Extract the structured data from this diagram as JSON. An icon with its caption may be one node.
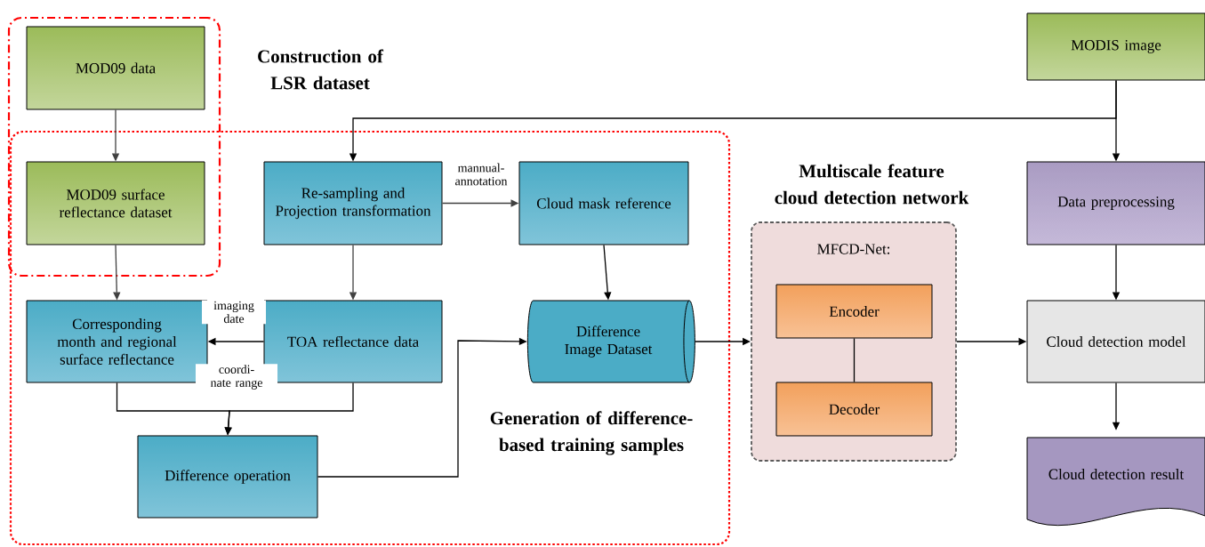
{
  "diagram": {
    "nodes": [
      {
        "text": [
          "Construction of LSR dataset"
        ]
      },
      {
        "text": [
          "MOD09 data"
        ],
        "in": 0
      },
      {
        "text": [
          "MOD09 surface reflectance dataset"
        ]
      },
      {
        "text": [
          "Generation of difference-based training samples"
        ]
      },
      {
        "text": [
          "Re-sampling and Projection transformation"
        ],
        "in": 3
      },
      {
        "text": [
          "Cloud mask reference"
        ],
        "in": 3
      },
      {
        "text": [
          "Corresponding month and regional surface reflectance"
        ],
        "in": 3
      },
      {
        "text": [
          "TOA reflectance data"
        ],
        "in": 3
      },
      {
        "text": [
          "Difference Image Dataset"
        ],
        "in": 3
      },
      {
        "text": [
          "Difference operation"
        ],
        "in": 3
      },
      {
        "text": [
          "Multiscale feature cloud detection network",
          "MFCD-Net:"
        ]
      },
      {
        "text": [
          "Encoder"
        ],
        "in": 10
      },
      {
        "text": [
          "Decoder"
        ],
        "in": 10
      },
      {
        "text": [
          "MODIS image"
        ]
      },
      {
        "text": [
          "Data preprocessing"
        ]
      },
      {
        "text": [
          "Cloud detection model"
        ]
      },
      {
        "text": [
          "Cloud detection result"
        ]
      }
    ],
    "edges": [
      {
        "from": 1,
        "to": 2,
        "arrow": "to",
        "color": "#404040"
      },
      {
        "from": 2,
        "to": 6,
        "arrow": "to",
        "color": "#404040"
      },
      {
        "from": 13,
        "to": 4,
        "arrow": "to"
      },
      {
        "from": 13,
        "to": 14,
        "arrow": "to"
      },
      {
        "from": 4,
        "to": 5,
        "arrow": "to",
        "label": "mannual-annotation",
        "color": "#404040"
      },
      {
        "from": 4,
        "to": 7,
        "arrow": "to",
        "color": "#404040"
      },
      {
        "from": 5,
        "to": 8,
        "arrow": "to"
      },
      {
        "from": 7,
        "to": 6,
        "arrow": "to",
        "label": "imaging date"
      },
      {
        "from": 6,
        "to": 9,
        "arrow": "to"
      },
      {
        "from": 7,
        "to": 9,
        "arrow": "to"
      },
      {
        "from": 9,
        "to": 8,
        "arrow": "to"
      },
      {
        "from": 8,
        "to": 10,
        "arrow": "to"
      },
      {
        "from": 11,
        "to": 12,
        "arrow": "none"
      },
      {
        "from": 10,
        "to": 15,
        "arrow": "to"
      },
      {
        "from": 14,
        "to": 15,
        "arrow": "to"
      },
      {
        "from": 15,
        "to": 16,
        "arrow": "to"
      }
    ],
    "labels": [
      "coordi-nate range"
    ]
  }
}
